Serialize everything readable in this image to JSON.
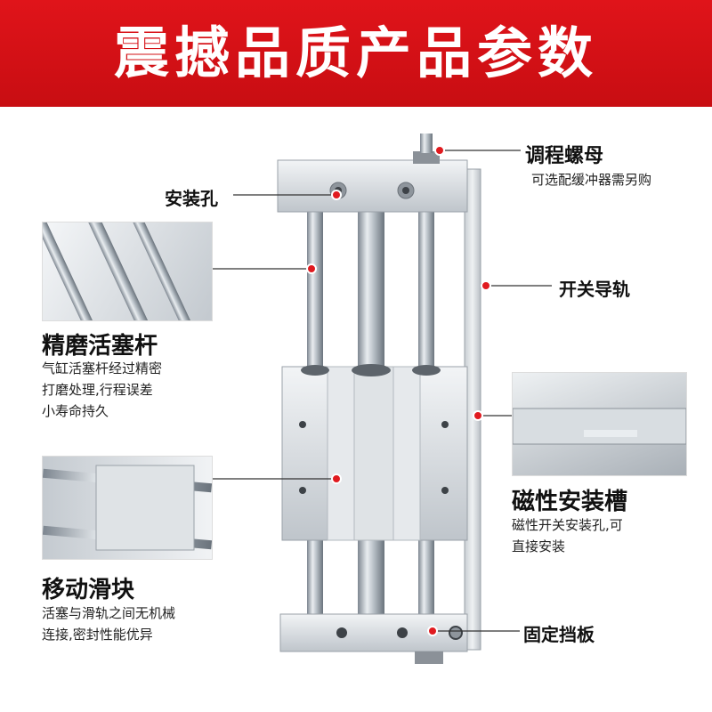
{
  "banner": {
    "title": "震撼品质产品参数"
  },
  "callouts": {
    "adjust_nut": {
      "title": "调程螺母",
      "desc": "可选配缓冲器需另购"
    },
    "mount_hole": {
      "title": "安装孔"
    },
    "switch_rail": {
      "title": "开关导轨"
    },
    "piston_rod": {
      "title": "精磨活塞杆",
      "desc": [
        "气缸活塞杆经过精密",
        "打磨处理,行程误差",
        "小寿命持久"
      ]
    },
    "magnetic_slot": {
      "title": "磁性安装槽",
      "desc": [
        "磁性开关安装孔,可",
        "直接安装"
      ]
    },
    "slider": {
      "title": "移动滑块",
      "desc": [
        "活塞与滑轨之间无机械",
        "连接,密封性能优异"
      ]
    },
    "fixed_plate": {
      "title": "固定挡板"
    }
  },
  "colors": {
    "accent": "#d9141a",
    "dot": "#e01a1f",
    "line": "#333333"
  },
  "icons": [
    "callout-dot-icon"
  ]
}
